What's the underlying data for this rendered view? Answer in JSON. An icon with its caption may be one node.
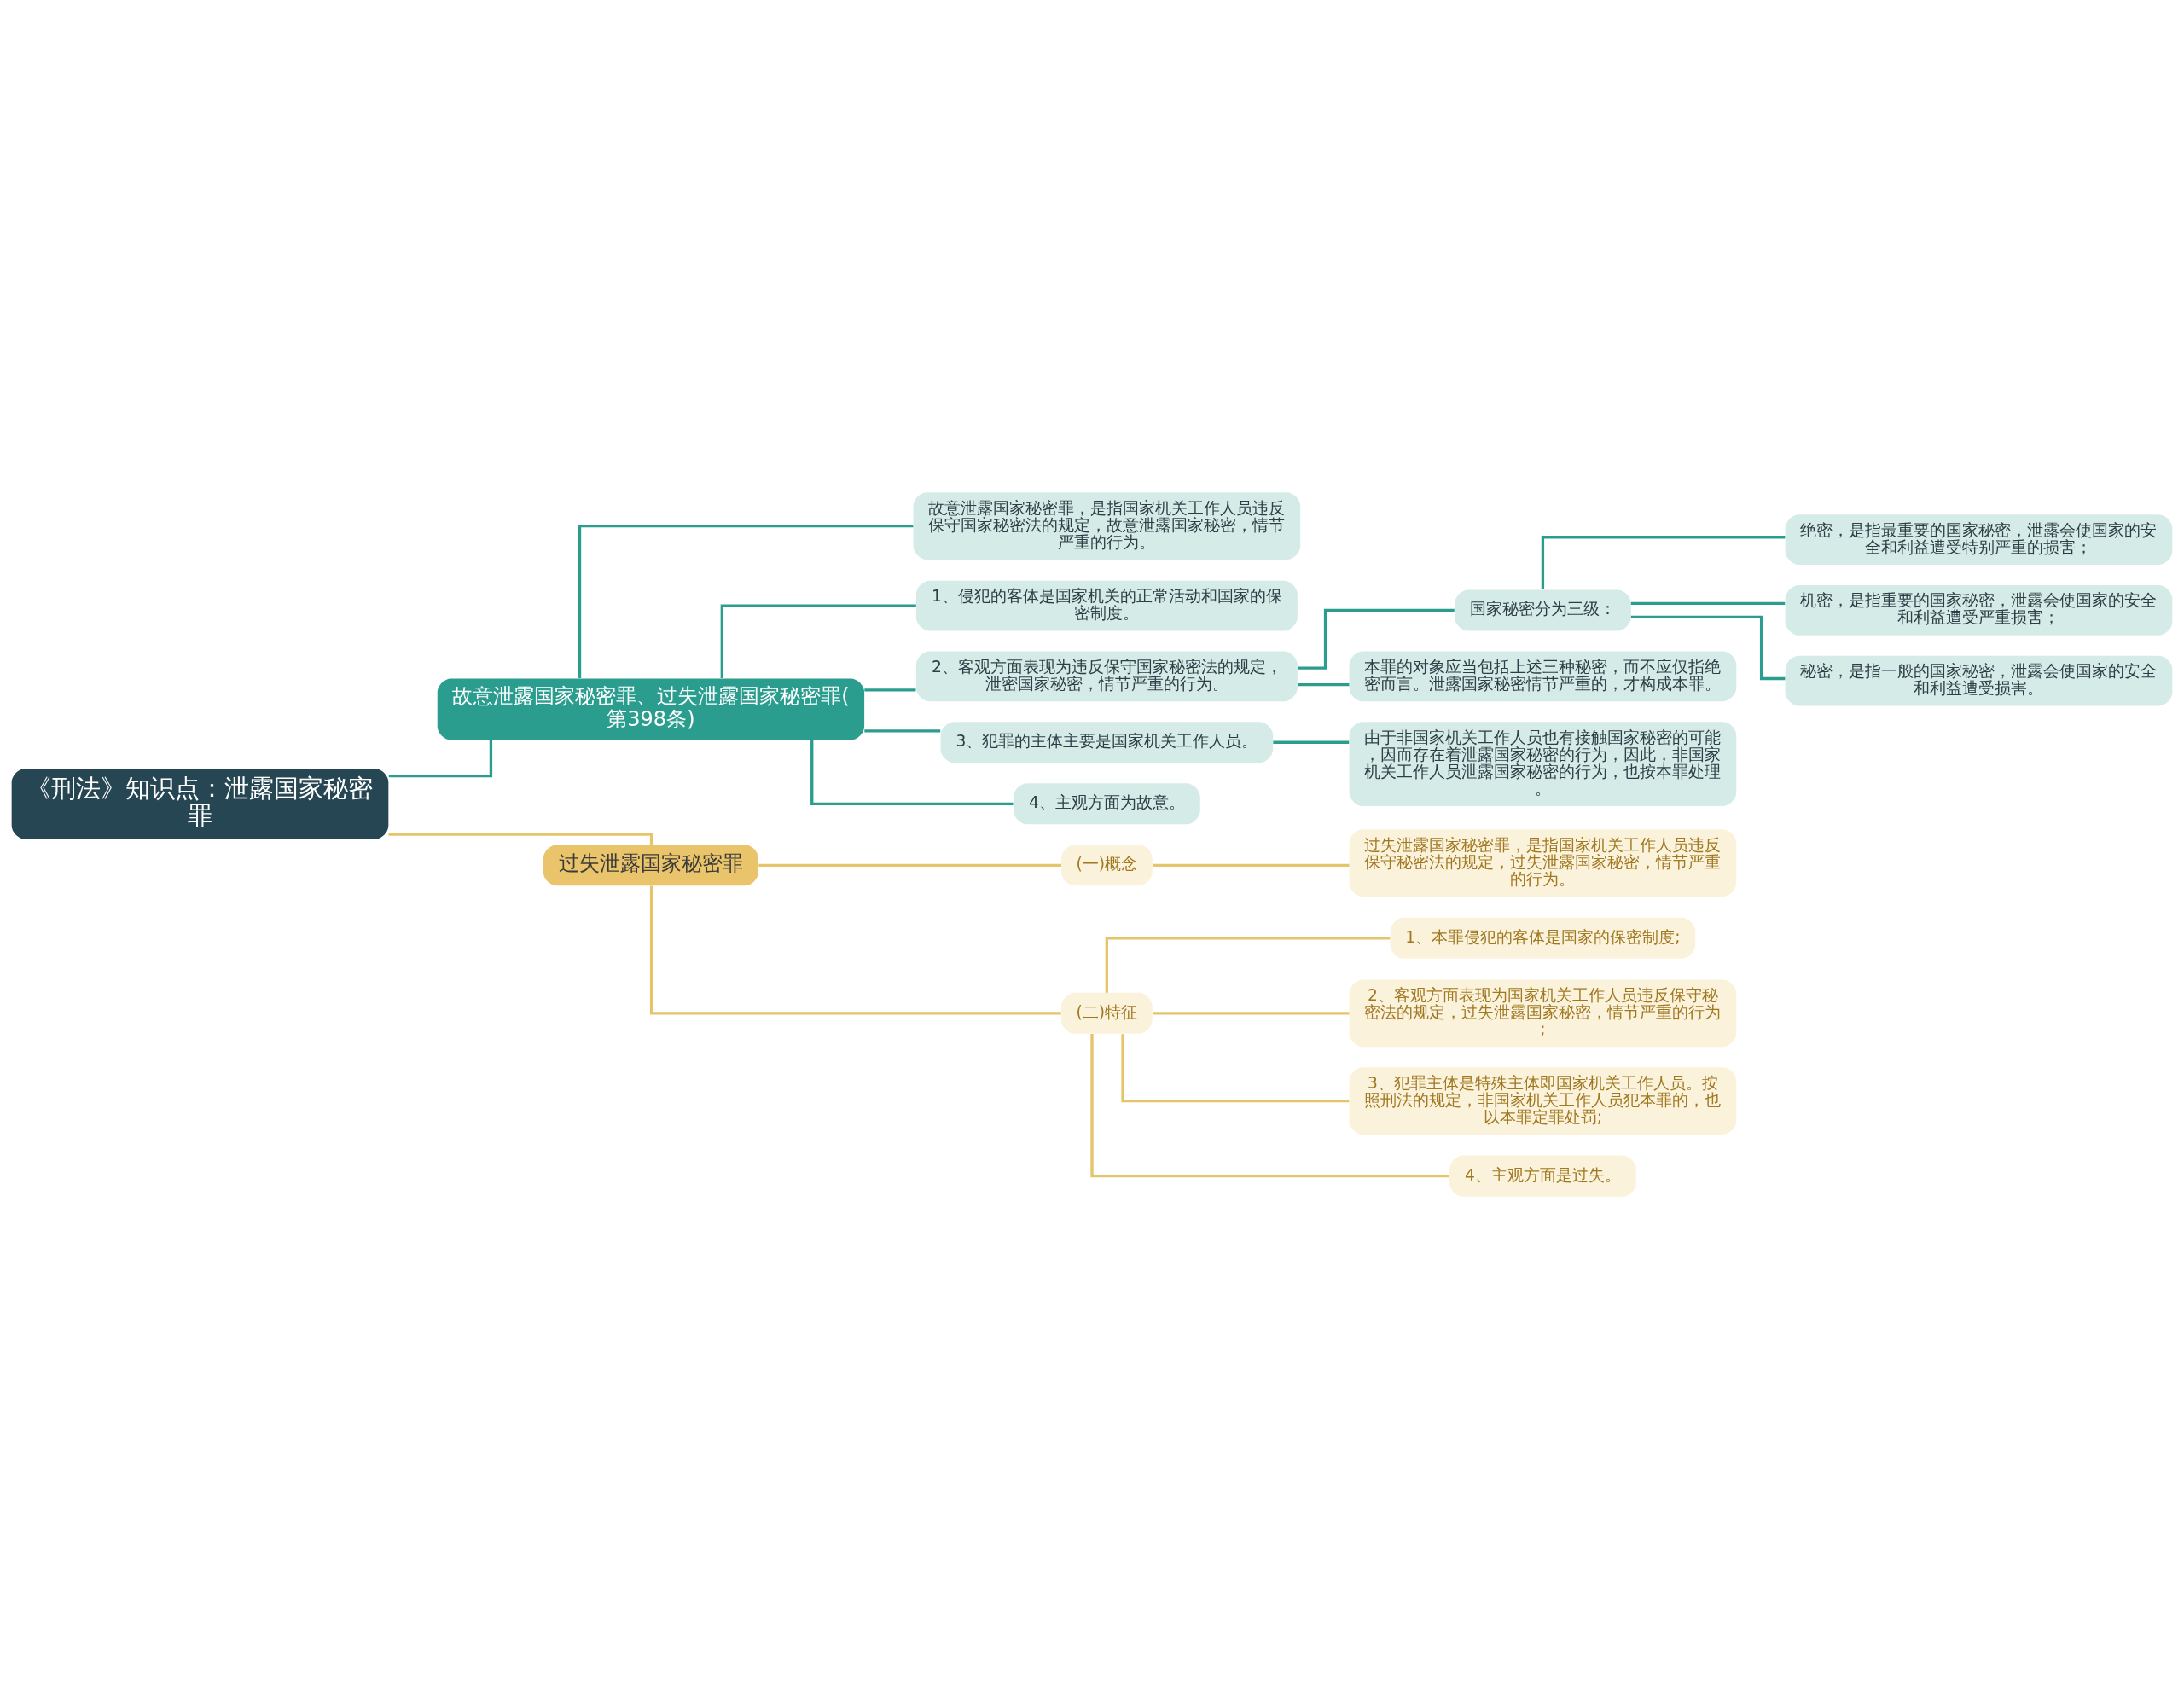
{
  "diagram": {
    "nodes": [
      {
        "text": [
          "《刑法》知识点：泄露国家秘密罪"
        ]
      },
      {
        "text": [
          "故意泄露国家秘密罪、过失泄露国家秘密罪(第398条)"
        ]
      },
      {
        "text": [
          "故意泄露国家秘密罪，是指国家机关工作人员违反保守国家秘密法的规定，故意泄露国家秘密，情节严重的行为。"
        ]
      },
      {
        "text": [
          "1、侵犯的客体是国家机关的正常活动和国家的保密制度。"
        ]
      },
      {
        "text": [
          "2、客观方面表现为违反保守国家秘密法的规定，泄密国家秘密，情节严重的行为。"
        ]
      },
      {
        "text": [
          "国家秘密分为三级："
        ]
      },
      {
        "text": [
          "绝密，是指最重要的国家秘密，泄露会使国家的安全和利益遭受特别严重的损害；"
        ]
      },
      {
        "text": [
          "机密，是指重要的国家秘密，泄露会使国家的安全和利益遭受严重损害；"
        ]
      },
      {
        "text": [
          "秘密，是指一般的国家秘密，泄露会使国家的安全和利益遭受损害。"
        ]
      },
      {
        "text": [
          "本罪的对象应当包括上述三种秘密，而不应仅指绝密而言。泄露国家秘密情节严重的，才构成本罪。"
        ]
      },
      {
        "text": [
          "3、犯罪的主体主要是国家机关工作人员。"
        ]
      },
      {
        "text": [
          "由于非国家机关工作人员也有接触国家秘密的可能，因而存在着泄露国家秘密的行为，因此，非国家机关工作人员泄露国家秘密的行为，也按本罪处理。"
        ]
      },
      {
        "text": [
          "4、主观方面为故意。"
        ]
      },
      {
        "text": [
          "过失泄露国家秘密罪"
        ]
      },
      {
        "text": [
          "(一)概念"
        ]
      },
      {
        "text": [
          "过失泄露国家秘密罪，是指国家机关工作人员违反保守秘密法的规定，过失泄露国家秘密，情节严重的行为。"
        ]
      },
      {
        "text": [
          "(二)特征"
        ]
      },
      {
        "text": [
          "1、本罪侵犯的客体是国家的保密制度;"
        ]
      },
      {
        "text": [
          "2、客观方面表现为国家机关工作人员违反保守秘密法的规定，过失泄露国家秘密，情节严重的行为;"
        ]
      },
      {
        "text": [
          "3、犯罪主体是特殊主体即国家机关工作人员。按照刑法的规定，非国家机关工作人员犯本罪的，也以本罪定罪处罚;"
        ]
      },
      {
        "text": [
          "4、主观方面是过失。"
        ]
      }
    ],
    "edges": [
      {
        "from": 0,
        "to": 1,
        "arrow": "none"
      },
      {
        "from": 1,
        "to": 2,
        "arrow": "none"
      },
      {
        "from": 1,
        "to": 3,
        "arrow": "none"
      },
      {
        "from": 1,
        "to": 4,
        "arrow": "none"
      },
      {
        "from": 4,
        "to": 5,
        "arrow": "none"
      },
      {
        "from": 5,
        "to": 6,
        "arrow": "none"
      },
      {
        "from": 5,
        "to": 7,
        "arrow": "none"
      },
      {
        "from": 5,
        "to": 8,
        "arrow": "none"
      },
      {
        "from": 4,
        "to": 9,
        "arrow": "none"
      },
      {
        "from": 1,
        "to": 10,
        "arrow": "none"
      },
      {
        "from": 10,
        "to": 11,
        "arrow": "none"
      },
      {
        "from": 1,
        "to": 12,
        "arrow": "none"
      },
      {
        "from": 0,
        "to": 13,
        "arrow": "none",
        "color": "#e6c46a"
      },
      {
        "from": 13,
        "to": 14,
        "arrow": "none",
        "color": "#e6c46a"
      },
      {
        "from": 14,
        "to": 15,
        "arrow": "none",
        "color": "#e6c46a"
      },
      {
        "from": 13,
        "to": 16,
        "arrow": "none",
        "color": "#e6c46a"
      },
      {
        "from": 16,
        "to": 17,
        "arrow": "none",
        "color": "#e6c46a"
      },
      {
        "from": 16,
        "to": 18,
        "arrow": "none",
        "color": "#e6c46a"
      },
      {
        "from": 16,
        "to": 19,
        "arrow": "none",
        "color": "#e6c46a"
      },
      {
        "from": 16,
        "to": 20,
        "arrow": "none",
        "color": "#e6c46a"
      }
    ]
  }
}
